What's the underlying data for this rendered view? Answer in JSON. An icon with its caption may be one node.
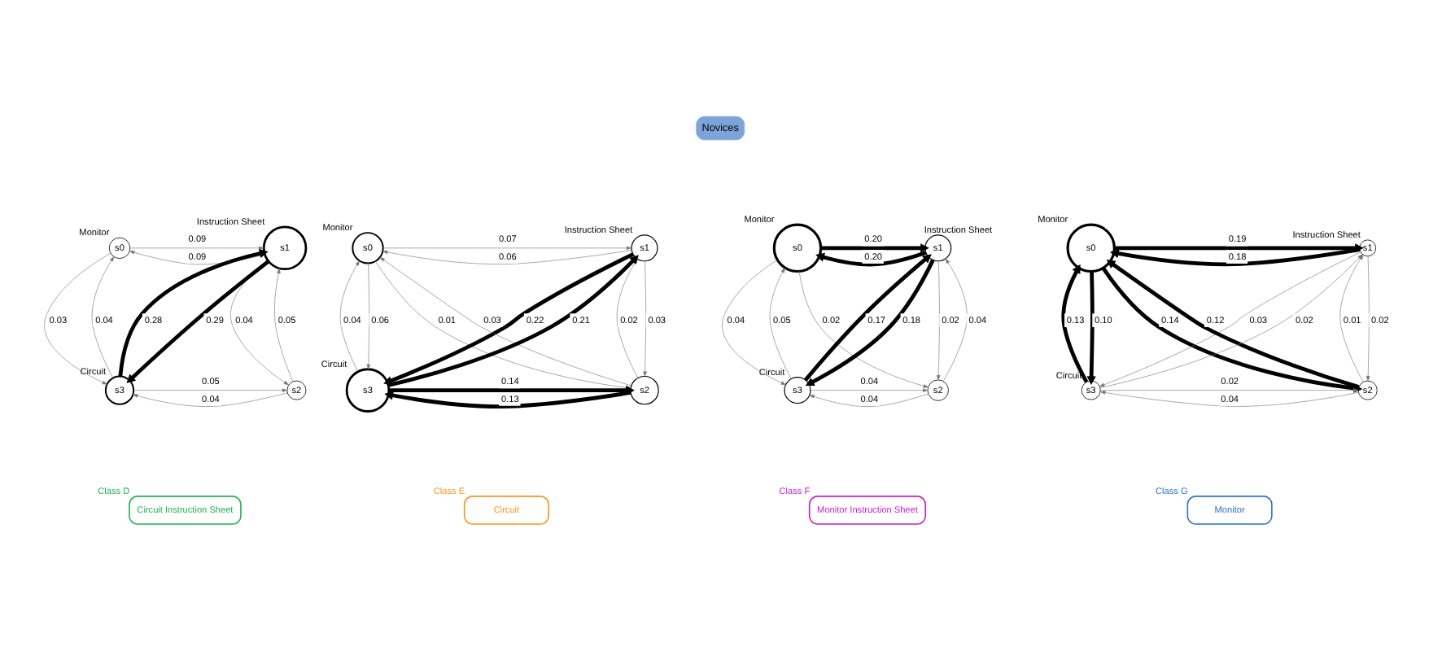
{
  "diagram": {
    "nodes": [
      {
        "text": [
          "Novices"
        ]
      },
      {
        "text": [
          "s0"
        ],
        "beside": [
          "Monitor"
        ]
      },
      {
        "text": [
          "s1"
        ],
        "beside": [
          "Instruction Sheet"
        ]
      },
      {
        "text": [
          "s2"
        ]
      },
      {
        "text": [
          "s3"
        ],
        "beside": [
          "Circuit"
        ]
      },
      {
        "text": [
          "Circuit Instruction Sheet"
        ],
        "beside": [
          "Class D"
        ]
      },
      {
        "text": [
          "s0"
        ],
        "beside": [
          "Monitor"
        ]
      },
      {
        "text": [
          "s1"
        ],
        "beside": [
          "Instruction Sheet"
        ]
      },
      {
        "text": [
          "s2"
        ]
      },
      {
        "text": [
          "s3"
        ],
        "beside": [
          "Circuit"
        ]
      },
      {
        "text": [
          "Circuit"
        ],
        "beside": [
          "Class E"
        ]
      },
      {
        "text": [
          "s0"
        ],
        "beside": [
          "Monitor"
        ]
      },
      {
        "text": [
          "s1"
        ],
        "beside": [
          "Instruction Sheet"
        ]
      },
      {
        "text": [
          "s2"
        ]
      },
      {
        "text": [
          "s3"
        ],
        "beside": [
          "Circuit"
        ]
      },
      {
        "text": [
          "Monitor Instruction Sheet"
        ],
        "beside": [
          "Class F"
        ]
      },
      {
        "text": [
          "s0"
        ],
        "beside": [
          "Monitor"
        ]
      },
      {
        "text": [
          "s1"
        ],
        "beside": [
          "Instruction Sheet"
        ]
      },
      {
        "text": [
          "s2"
        ]
      },
      {
        "text": [
          "s3"
        ],
        "beside": [
          "Circuit"
        ]
      },
      {
        "text": [
          "Monitor"
        ],
        "beside": [
          "Class G"
        ]
      }
    ],
    "edges": [
      {
        "from": 1,
        "to": 2,
        "arrow": "to",
        "label": "0.09"
      },
      {
        "from": 2,
        "to": 1,
        "arrow": "to",
        "label": "0.09"
      },
      {
        "from": 1,
        "to": 4,
        "arrow": "to",
        "label": "0.03"
      },
      {
        "from": 4,
        "to": 1,
        "arrow": "to",
        "label": "0.04"
      },
      {
        "from": 4,
        "to": 2,
        "arrow": "to",
        "label": "0.28",
        "style": "thick",
        "color": "#000000"
      },
      {
        "from": 2,
        "to": 4,
        "arrow": "to",
        "label": "0.29",
        "style": "thick",
        "color": "#000000"
      },
      {
        "from": 2,
        "to": 3,
        "arrow": "to",
        "label": "0.04"
      },
      {
        "from": 3,
        "to": 2,
        "arrow": "to",
        "label": "0.05"
      },
      {
        "from": 4,
        "to": 3,
        "arrow": "to",
        "label": "0.05"
      },
      {
        "from": 3,
        "to": 4,
        "arrow": "to",
        "label": "0.04"
      },
      {
        "from": 6,
        "to": 7,
        "arrow": "to",
        "label": "0.07"
      },
      {
        "from": 7,
        "to": 6,
        "arrow": "to",
        "label": "0.06"
      },
      {
        "from": 6,
        "to": 8,
        "arrow": "to",
        "label": "0.01"
      },
      {
        "from": 8,
        "to": 6,
        "arrow": "to",
        "label": "0.03"
      },
      {
        "from": 6,
        "to": 9,
        "arrow": "to",
        "label": "0.06"
      },
      {
        "from": 9,
        "to": 6,
        "arrow": "to",
        "label": "0.04"
      },
      {
        "from": 9,
        "to": 7,
        "arrow": "to",
        "label": "0.21",
        "style": "thick",
        "color": "#000000"
      },
      {
        "from": 7,
        "to": 9,
        "arrow": "to",
        "label": "0.22",
        "style": "thick",
        "color": "#000000"
      },
      {
        "from": 7,
        "to": 8,
        "arrow": "to",
        "label": "0.03"
      },
      {
        "from": 8,
        "to": 7,
        "arrow": "to",
        "label": "0.02"
      },
      {
        "from": 9,
        "to": 8,
        "arrow": "to",
        "label": "0.14",
        "style": "thick",
        "color": "#000000"
      },
      {
        "from": 8,
        "to": 9,
        "arrow": "to",
        "label": "0.13",
        "style": "thick",
        "color": "#000000"
      },
      {
        "from": 11,
        "to": 12,
        "arrow": "to",
        "label": "0.20",
        "style": "thick",
        "color": "#000000"
      },
      {
        "from": 12,
        "to": 11,
        "arrow": "to",
        "label": "0.20",
        "style": "thick",
        "color": "#000000"
      },
      {
        "from": 11,
        "to": 13,
        "arrow": "to",
        "label": "0.02"
      },
      {
        "from": 11,
        "to": 14,
        "arrow": "to",
        "label": "0.04"
      },
      {
        "from": 14,
        "to": 11,
        "arrow": "to",
        "label": "0.05"
      },
      {
        "from": 14,
        "to": 12,
        "arrow": "to",
        "label": "0.17",
        "style": "thick",
        "color": "#000000"
      },
      {
        "from": 12,
        "to": 14,
        "arrow": "to",
        "label": "0.18",
        "style": "thick",
        "color": "#000000"
      },
      {
        "from": 12,
        "to": 13,
        "arrow": "to",
        "label": "0.02"
      },
      {
        "from": 13,
        "to": 12,
        "arrow": "to",
        "label": "0.04"
      },
      {
        "from": 14,
        "to": 13,
        "arrow": "to",
        "label": "0.04"
      },
      {
        "from": 13,
        "to": 14,
        "arrow": "to",
        "label": "0.04"
      },
      {
        "from": 16,
        "to": 17,
        "arrow": "to",
        "label": "0.19",
        "style": "thick",
        "color": "#000000"
      },
      {
        "from": 17,
        "to": 16,
        "arrow": "to",
        "label": "0.18",
        "style": "thick",
        "color": "#000000"
      },
      {
        "from": 16,
        "to": 18,
        "arrow": "to",
        "label": "0.14",
        "style": "thick",
        "color": "#000000"
      },
      {
        "from": 18,
        "to": 16,
        "arrow": "to",
        "label": "0.12",
        "style": "thick",
        "color": "#000000"
      },
      {
        "from": 16,
        "to": 19,
        "arrow": "to",
        "label": "0.10",
        "style": "thick",
        "color": "#000000"
      },
      {
        "from": 19,
        "to": 16,
        "arrow": "to",
        "label": "0.13",
        "style": "thick",
        "color": "#000000"
      },
      {
        "from": 19,
        "to": 17,
        "arrow": "to",
        "label": "0.02"
      },
      {
        "from": 17,
        "to": 19,
        "arrow": "to",
        "label": "0.03"
      },
      {
        "from": 17,
        "to": 18,
        "arrow": "to",
        "label": "0.02"
      },
      {
        "from": 18,
        "to": 17,
        "arrow": "to",
        "label": "0.01"
      },
      {
        "from": 19,
        "to": 18,
        "arrow": "to",
        "label": "0.02"
      },
      {
        "from": 18,
        "to": 19,
        "arrow": "to",
        "label": "0.04"
      }
    ]
  }
}
